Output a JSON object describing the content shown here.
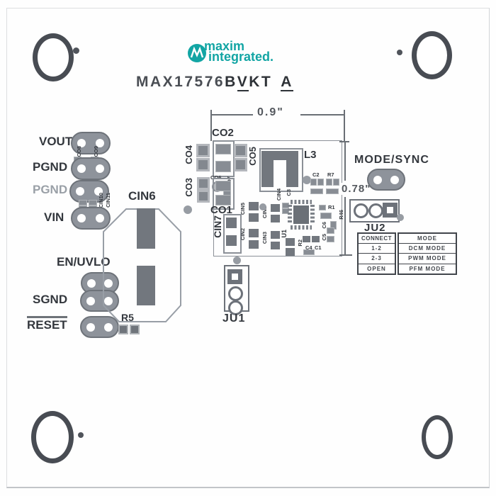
{
  "logo": {
    "word1": "maxim",
    "word2": "integrated."
  },
  "title": {
    "part1": "MAX17576",
    "b": "B",
    "v": "V",
    "kt": "KT",
    "a": "A"
  },
  "dimensions": {
    "width": "0.9\"",
    "height": "0.78\""
  },
  "connectors": {
    "vout": "VOUT",
    "pgnd1": "PGND",
    "pgnd2": "PGND",
    "vin": "VIN",
    "en_uvlo": "EN/UVLO",
    "sgnd": "SGND",
    "reset": "RESET",
    "mode_sync": "MODE/SYNC"
  },
  "refs": {
    "cin6": "CIN6",
    "co2": "CO2",
    "co4": "CO4",
    "co5": "CO5",
    "co3": "CO3",
    "co1": "CO1",
    "cin7": "CIN7",
    "l3": "L3",
    "u1": "U1",
    "r5": "R5",
    "ju1": "JU1",
    "ju2": "JU2",
    "co6": "CO6",
    "co7": "CO7",
    "co8": "CO8",
    "co9": "CO9",
    "cin10": "CIN10",
    "cin11": "CIN11",
    "cin1": "CIN1",
    "cin2": "CIN2",
    "cin3": "CIN3",
    "cin4": "CIN4",
    "cin5": "CIN5",
    "c1": "C1",
    "c2": "C2",
    "c3": "C3",
    "c4": "C4",
    "c5": "C5",
    "c6": "C6",
    "r1": "R1",
    "r2": "R2",
    "r7": "R7",
    "r46": "R46"
  },
  "jumper_table": {
    "headers": [
      "CONNECT",
      "MODE"
    ],
    "rows": [
      [
        "1-2",
        "DCM MODE"
      ],
      [
        "2-3",
        "PWM MODE"
      ],
      [
        "OPEN",
        "PFM MODE"
      ]
    ]
  },
  "colors": {
    "teal": "#12a5a4",
    "silkscreen": "#33373d",
    "pad": "#8e939b",
    "dim": "#54585e"
  }
}
